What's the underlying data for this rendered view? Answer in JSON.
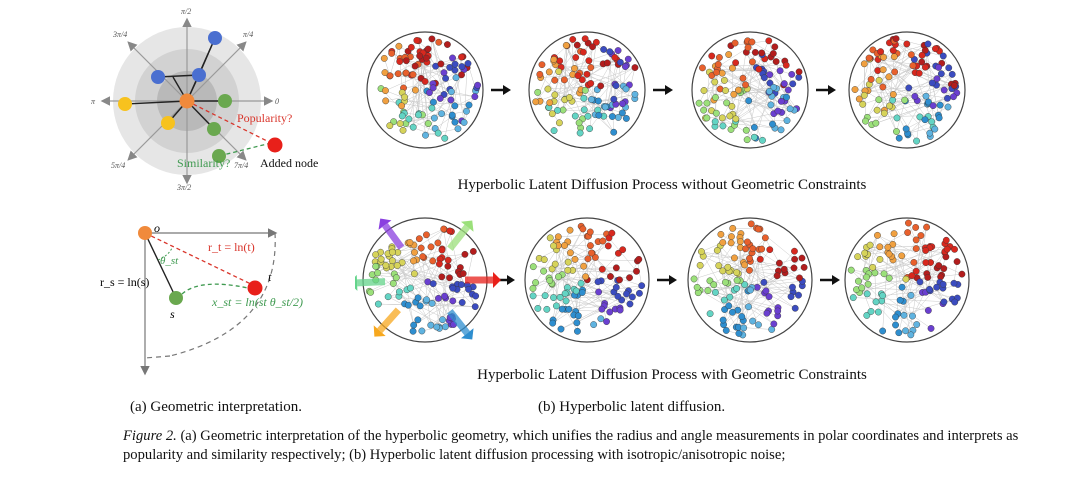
{
  "panel_a": {
    "top": {
      "angle_labels": {
        "top": "π/2",
        "upper_left": "3π/4",
        "upper_right": "π/4",
        "left": "π",
        "right": "0",
        "lower_left": "5π/4",
        "lower_right": "7π/4",
        "bottom": "3π/2"
      },
      "popularity_label": "Popularity?",
      "similarity_label": "Similarity?",
      "added_node_label": "Added node"
    },
    "bottom": {
      "origin_label": "o",
      "rt_label": "r_t = ln(t)",
      "theta_label": "θ_st",
      "rs_label": "r_s = ln(s)",
      "t_label": "t",
      "s_label": "s",
      "xst_label": "x_st = ln(st θ_st/2)"
    },
    "sublabel": "(a) Geometric interpretation."
  },
  "panel_b": {
    "row1_title": "Hyperbolic Latent Diffusion Process without Geometric Constraints",
    "row2_title": "Hyperbolic Latent Diffusion Process with Geometric Constraints",
    "sublabel": "(b) Hyperbolic latent diffusion."
  },
  "caption": {
    "figure_label": "Figure 2.",
    "text": "(a) Geometric interpretation of the hyperbolic geometry, which unifies the radius and angle measurements in polar coordinates and interprets as popularity and similarity respectively; (b) Hyperbolic latent diffusion processing with isotropic/anisotropic noise;"
  },
  "colors": {
    "orange": "#f08a3c",
    "blue": "#4a6fd0",
    "yellow": "#f7c21e",
    "green": "#6aa84f",
    "red": "#e8201a",
    "popularity": "#d9352b",
    "similarity": "#3f9a50"
  }
}
